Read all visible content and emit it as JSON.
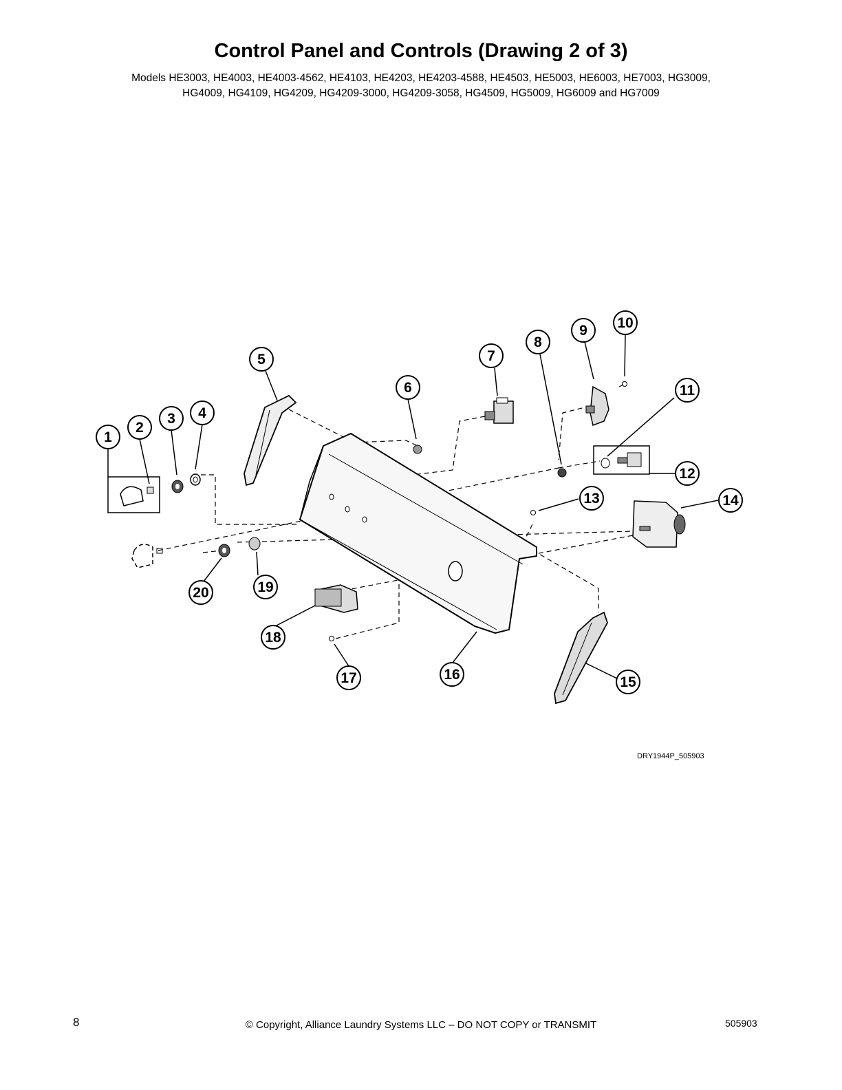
{
  "page": {
    "title": "Control Panel and Controls (Drawing 2 of 3)",
    "models_line1": "Models HE3003, HE4003, HE4003-4562, HE4103, HE4203, HE4203-4588, HE4503, HE5003, HE6003, HE7003, HG3009,",
    "models_line2": "HG4009, HG4109, HG4209, HG4209-3000, HG4209-3058, HG4509, HG5009, HG6009 and HG7009",
    "drawing_id": "DRY1944P_505903",
    "page_number": "8",
    "copyright": "© Copyright, Alliance Laundry Systems LLC – DO NOT COPY or TRANSMIT",
    "doc_number": "505903"
  },
  "callouts": [
    "1",
    "2",
    "3",
    "4",
    "5",
    "6",
    "7",
    "8",
    "9",
    "10",
    "11",
    "12",
    "13",
    "14",
    "15",
    "16",
    "17",
    "18",
    "19",
    "20"
  ]
}
